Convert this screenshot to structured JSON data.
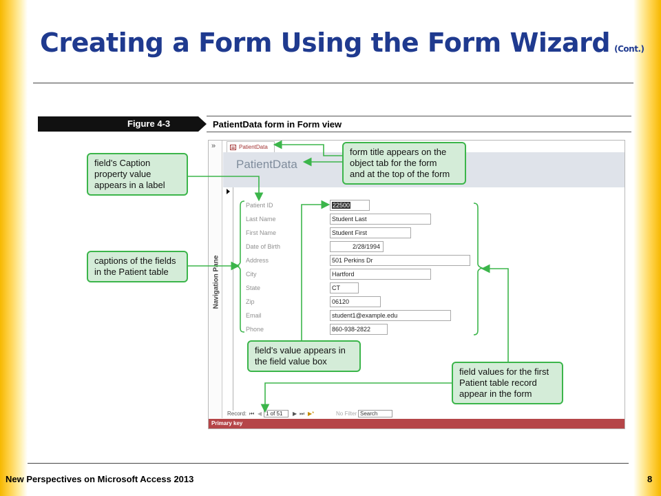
{
  "slide": {
    "title": "Creating a Form Using the Form Wizard",
    "title_suffix": "(Cont.)",
    "footer": "New Perspectives on Microsoft Access 2013",
    "page_number": "8"
  },
  "figure": {
    "label": "Figure 4-3",
    "caption": "PatientData form in Form view"
  },
  "access": {
    "object_tab": "PatientData",
    "form_title": "PatientData",
    "nav_pane_label": "Navigation Pane",
    "nav_toggle": "»",
    "fields": [
      {
        "label": "Patient ID",
        "value": "22500"
      },
      {
        "label": "Last Name",
        "value": "Student Last"
      },
      {
        "label": "First Name",
        "value": "Student First"
      },
      {
        "label": "Date of Birth",
        "value": "2/28/1994"
      },
      {
        "label": "Address",
        "value": "501 Perkins Dr"
      },
      {
        "label": "City",
        "value": "Hartford"
      },
      {
        "label": "State",
        "value": "CT"
      },
      {
        "label": "Zip",
        "value": "06120"
      },
      {
        "label": "Email",
        "value": "student1@example.edu"
      },
      {
        "label": "Phone",
        "value": "860-938-2822"
      }
    ],
    "record_nav": {
      "label": "Record:",
      "first": "⏮",
      "prev": "◀",
      "position": "1 of 51",
      "next": "▶",
      "last": "⏭",
      "new": "▶*",
      "filter": "No Filter",
      "search": "Search"
    },
    "status_bar": "Primary key"
  },
  "callouts": {
    "caption_property": [
      "field's Caption",
      "property value",
      "appears in a label"
    ],
    "form_title": [
      "form title appears on the",
      "object tab for the form",
      "and at the top of the form"
    ],
    "captions_fields": [
      "captions of the fields",
      "in the Patient table"
    ],
    "value_box": [
      "field's value appears in",
      "the field value box"
    ],
    "first_record": [
      "field values for the first",
      "Patient table record",
      "appear in the form"
    ]
  },
  "colors": {
    "title_blue": "#1f3a8f",
    "callout_fill": "#d4ecd8",
    "callout_border": "#3bb54a",
    "status_red": "#b54548",
    "gold": "#f6b800"
  }
}
